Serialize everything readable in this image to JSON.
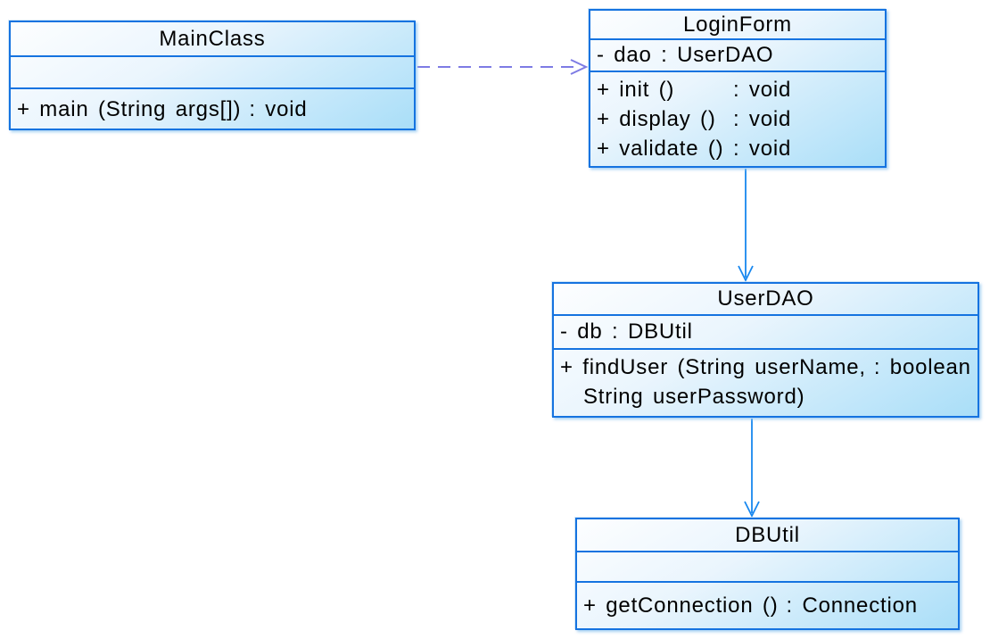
{
  "diagram": {
    "kind": "uml-class-diagram",
    "background": "#ffffff",
    "colors": {
      "box_border": "#1573e0",
      "box_fill_top": "#fdfeff",
      "box_fill_bottom": "#a9def8",
      "association_arrow": "#1787ef",
      "dependency_arrow": "#7e7ce4",
      "text": "#000000"
    }
  },
  "classes": [
    {
      "name": "MainClass",
      "attributes": [],
      "methods": [
        {
          "signature": "+ main (String args[])",
          "returns": ": void"
        }
      ]
    },
    {
      "name": "LoginForm",
      "attributes": [
        {
          "text": "- dao : UserDAO"
        }
      ],
      "methods": [
        {
          "signature": "+ init ()",
          "returns": ": void"
        },
        {
          "signature": "+ display ()",
          "returns": ": void"
        },
        {
          "signature": "+ validate ()",
          "returns": ": void"
        }
      ]
    },
    {
      "name": "UserDAO",
      "attributes": [
        {
          "text": "- db : DBUtil"
        }
      ],
      "methods": [
        {
          "signature": "+ findUser (String userName,",
          "returns": ": boolean",
          "continuation": "String userPassword)"
        }
      ]
    },
    {
      "name": "DBUtil",
      "attributes": [],
      "methods": [
        {
          "signature": "+ getConnection ()",
          "returns": ": Connection"
        }
      ]
    }
  ],
  "relationships": [
    {
      "from": "MainClass",
      "to": "LoginForm",
      "type": "dependency",
      "line_style": "dashed"
    },
    {
      "from": "LoginForm",
      "to": "UserDAO",
      "type": "directed-association",
      "line_style": "solid"
    },
    {
      "from": "UserDAO",
      "to": "DBUtil",
      "type": "directed-association",
      "line_style": "solid"
    }
  ]
}
